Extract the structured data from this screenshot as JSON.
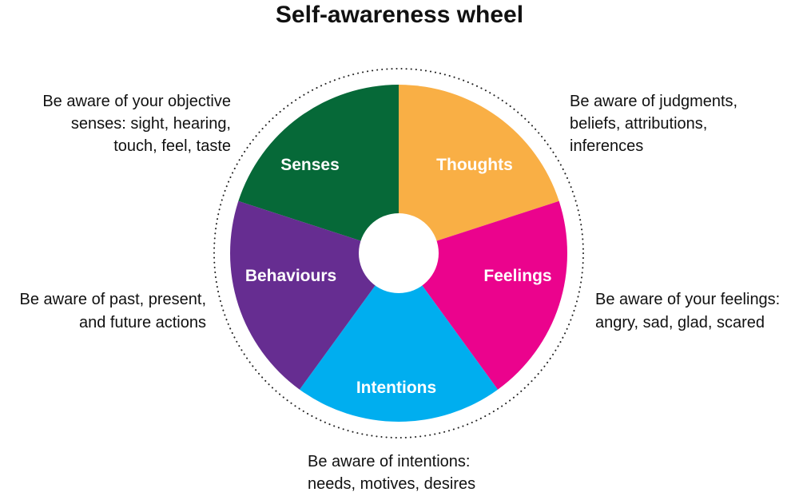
{
  "title": "Self-awareness wheel",
  "colors": {
    "senses": "#066938",
    "thoughts": "#F9AF45",
    "feelings": "#EB038D",
    "intentions": "#00AEEF",
    "behaviours": "#662D91"
  },
  "segments": [
    {
      "id": "senses",
      "label": "Senses",
      "description": [
        "Be aware of your objective",
        "senses: sight, hearing,",
        "touch, feel, taste"
      ]
    },
    {
      "id": "thoughts",
      "label": "Thoughts",
      "description": [
        "Be aware of judgments,",
        "beliefs, attributions,",
        "inferences"
      ]
    },
    {
      "id": "feelings",
      "label": "Feelings",
      "description": [
        "Be aware of your feelings:",
        "angry, sad, glad, scared"
      ]
    },
    {
      "id": "intentions",
      "label": "Intentions",
      "description": [
        "Be aware of intentions:",
        "needs, motives, desires"
      ]
    },
    {
      "id": "behaviours",
      "label": "Behaviours",
      "description": [
        "Be aware of past, present,",
        "and future actions"
      ]
    }
  ]
}
